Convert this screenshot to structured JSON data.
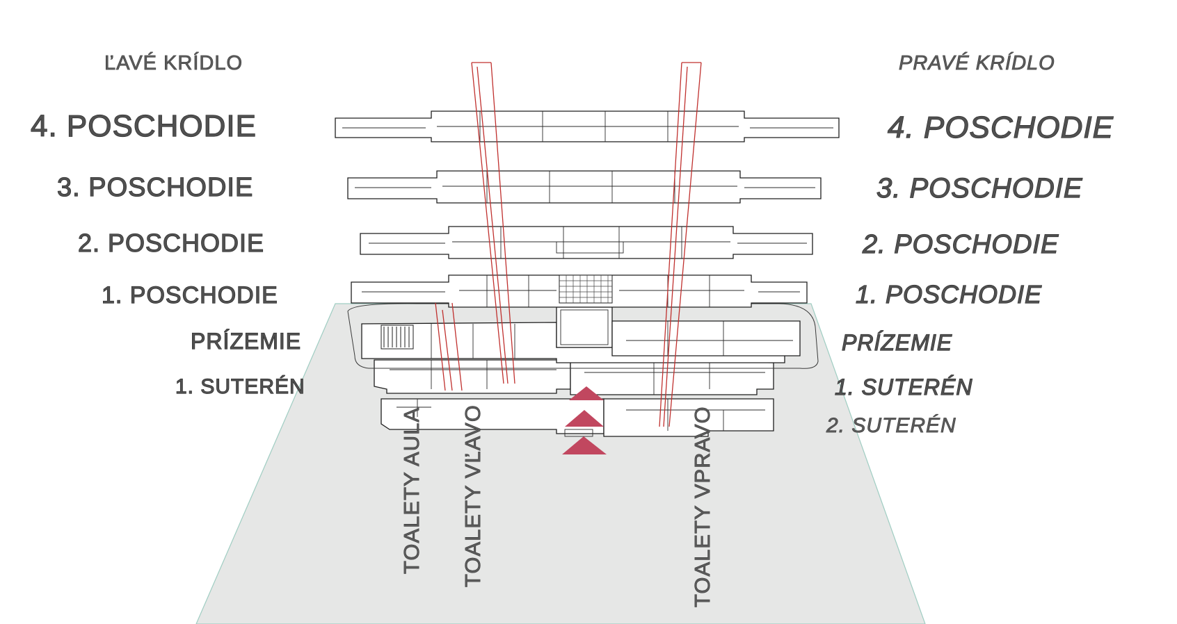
{
  "wings": {
    "left": "ĽAVÉ KRÍDLO",
    "right": "PRAVÉ KRÍDLO"
  },
  "levels_left": [
    "4. POSCHODIE",
    "3. POSCHODIE",
    "2. POSCHODIE",
    "1. POSCHODIE",
    "PRÍZEMIE",
    "1. SUTERÉN"
  ],
  "levels_right": [
    "4. POSCHODIE",
    "3. POSCHODIE",
    "2. POSCHODIE",
    "1. POSCHODIE",
    "PRÍZEMIE",
    "1. SUTERÉN",
    "2. SUTERÉN"
  ],
  "toilets": [
    "TOALETY AULA",
    "TOALETY VĽAVO",
    "TOALETY VPRAVO"
  ],
  "colors": {
    "ground_plane": "#e6e7e6",
    "ground_edge": "#9fcdc2",
    "shaft": "#c0302e",
    "marker": "#c1475f",
    "label_fill": "#505050"
  }
}
